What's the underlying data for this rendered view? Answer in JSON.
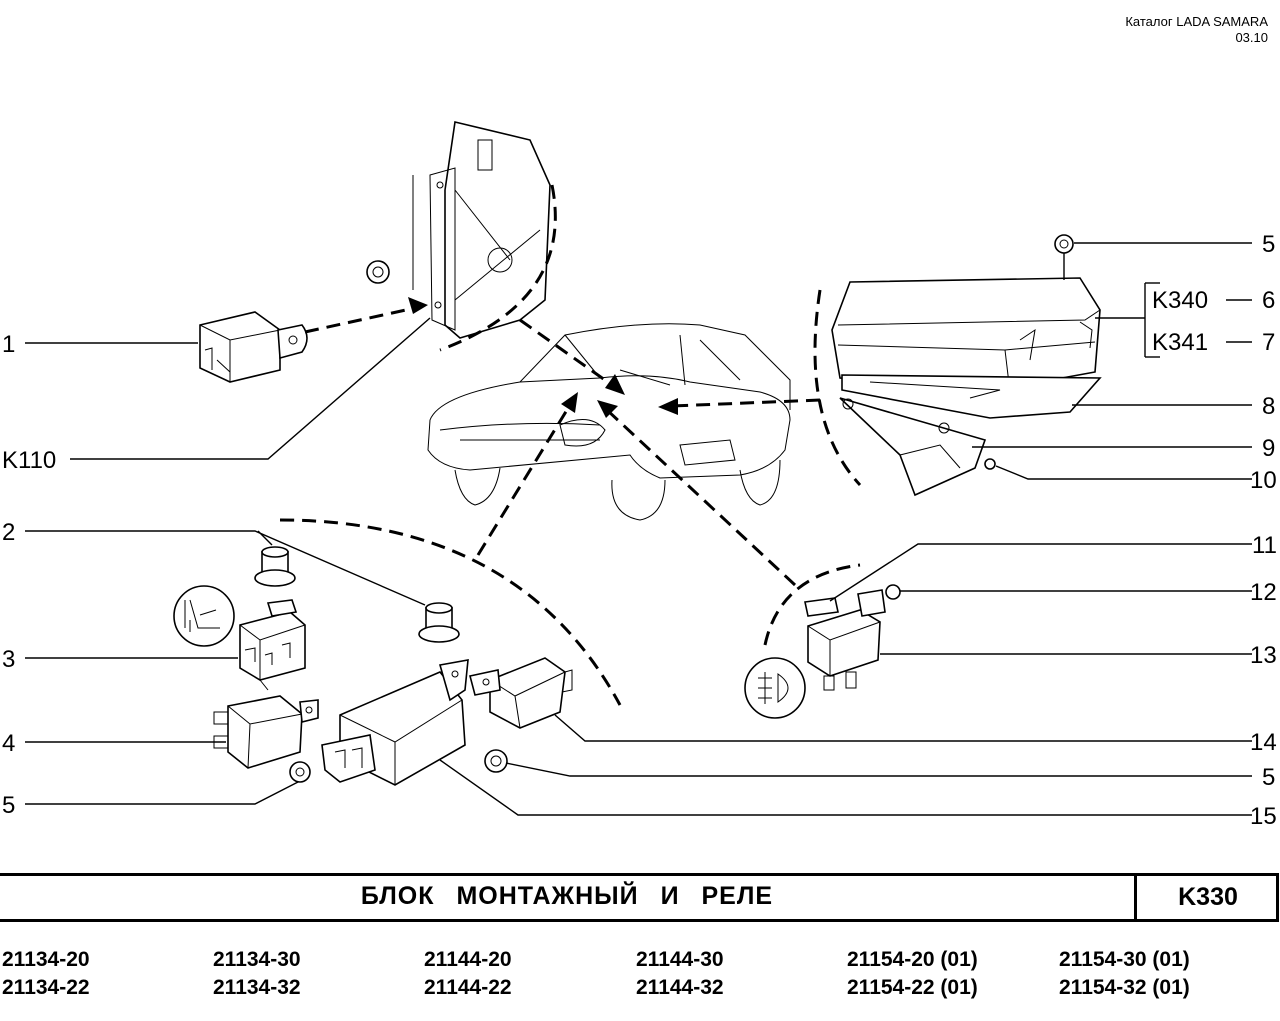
{
  "header": {
    "catalog": "Каталог  LADA SAMARA",
    "date": "03.10"
  },
  "callouts": {
    "c1": "1",
    "ck110": "K110",
    "c2": "2",
    "c3": "3",
    "c4": "4",
    "c5l": "5",
    "c5t": "5",
    "ck340": "K340",
    "c6": "6",
    "ck341": "K341",
    "c7": "7",
    "c8": "8",
    "c9": "9",
    "c10": "10",
    "c11": "11",
    "c12": "12",
    "c13": "13",
    "c14": "14",
    "c5b": "5",
    "c15": "15"
  },
  "title": "БЛОК МОНТАЖНЫЙ И РЕЛЕ",
  "code": "K330",
  "models": [
    [
      "21134-20",
      "21134-22"
    ],
    [
      "21134-30",
      "21134-32"
    ],
    [
      "21144-20",
      "21144-22"
    ],
    [
      "21144-30",
      "21144-32"
    ],
    [
      "21154-20 (01)",
      "21154-22 (01)"
    ],
    [
      "21154-30 (01)",
      "21154-32 (01)"
    ]
  ]
}
